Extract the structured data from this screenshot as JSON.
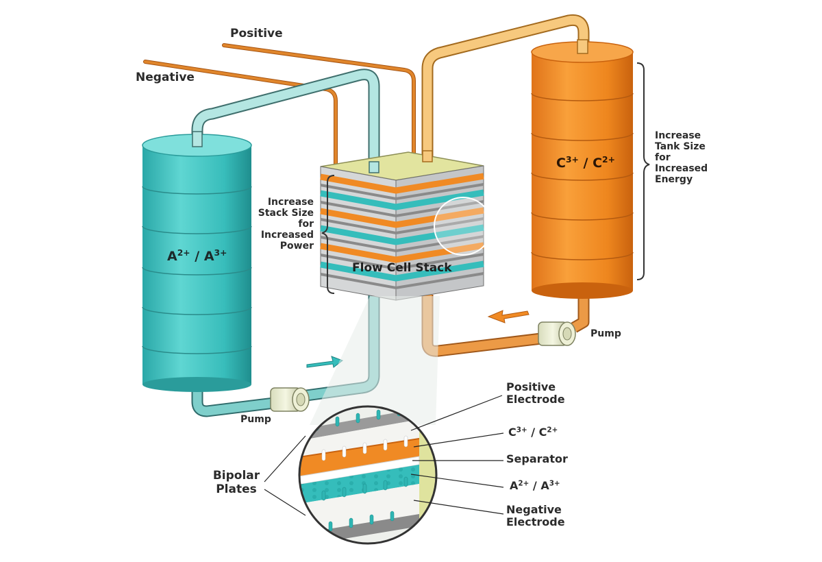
{
  "wires": {
    "positive_label": "Positive",
    "negative_label": "Negative"
  },
  "tanks": {
    "left": {
      "electrolyte": {
        "a": "A",
        "a_charge": "2+",
        "sep": " / ",
        "b": "A",
        "b_charge": "3+"
      },
      "color": "#3cc4c2"
    },
    "right": {
      "electrolyte": {
        "a": "C",
        "a_charge": "3+",
        "sep": " / ",
        "b": "C",
        "b_charge": "2+"
      },
      "color": "#f0891e"
    }
  },
  "stack": {
    "title": "Flow Cell Stack",
    "power_note": [
      "Increase",
      "Stack Size",
      "for",
      "Increased",
      "Power"
    ]
  },
  "energy_note": [
    "Increase",
    "Tank Size",
    "for",
    "Increased",
    "Energy"
  ],
  "pumps": {
    "right_label": "Pump",
    "left_label": "Pump"
  },
  "detail": {
    "bipolar_label": [
      "Bipolar",
      "Plates"
    ],
    "callouts": {
      "positive_electrode": [
        "Positive",
        "Electrode"
      ],
      "catholyte": {
        "a": "C",
        "a_charge": "3+",
        "sep": " / ",
        "b": "C",
        "b_charge": "2+"
      },
      "separator": "Separator",
      "anolyte": {
        "a": "A",
        "a_charge": "2+",
        "sep": " / ",
        "b": "A",
        "b_charge": "3+"
      },
      "negative_electrode": [
        "Negative",
        "Electrode"
      ]
    }
  },
  "colors": {
    "teal": "#3cc4c2",
    "orange": "#f0891e",
    "pipe_teal": "#a8e0dc",
    "pipe_orange": "#f5c478",
    "plate_gray": "#a9a9a9",
    "stack_top": "#e4e6a8"
  }
}
